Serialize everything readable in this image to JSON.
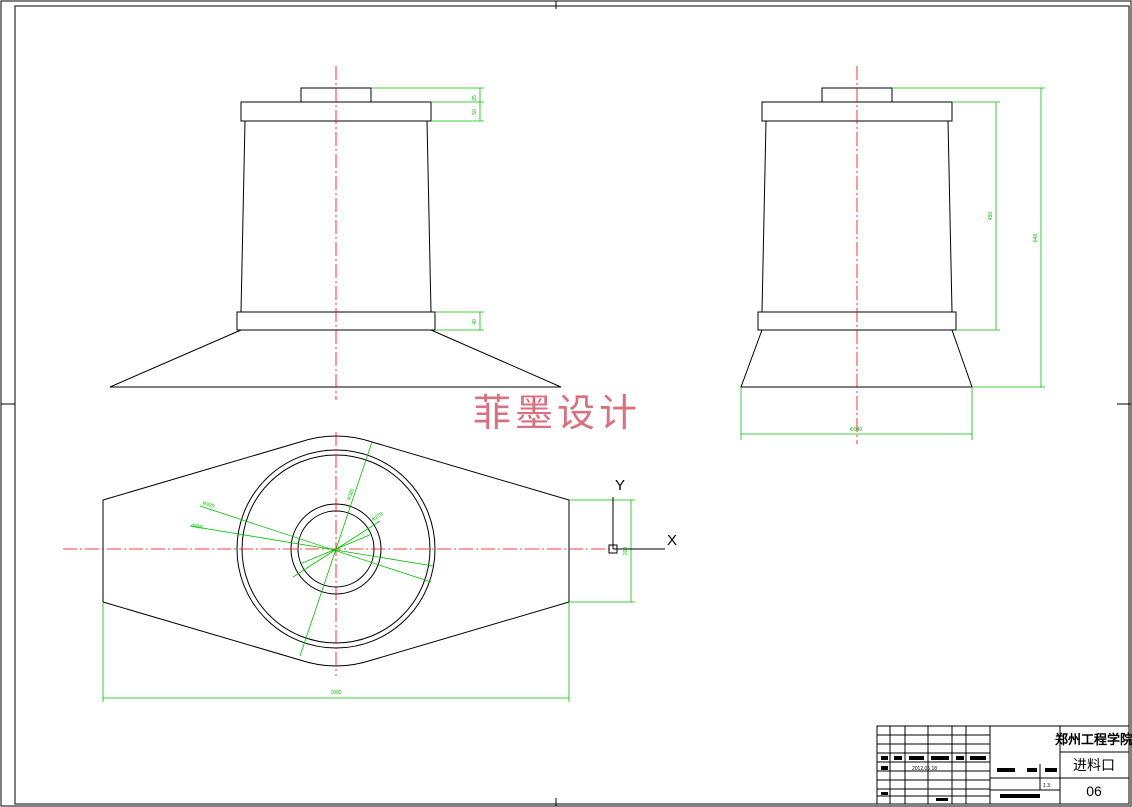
{
  "watermark": "菲墨设计",
  "title_block": {
    "school": "郑州工程学院",
    "part_name": "进料口",
    "drawing_number": "06",
    "scale_fragment": "1 3",
    "date_fragment": "2012.05.18"
  },
  "ucs": {
    "y_label": "Y",
    "x_label": "X"
  },
  "dimensions": {
    "front_top_1": "25",
    "front_top_2": "50",
    "front_flange": "40",
    "side_body": "490",
    "side_total": "648",
    "side_base_width": "Φ940",
    "top_width": "1000",
    "top_height": "200",
    "top_d1": "Φ920",
    "top_d2": "Φ800",
    "top_d3": "Φ380",
    "top_d4": "Φ278"
  },
  "colors": {
    "outline": "#000000",
    "centerline": "#ff0000",
    "dimension": "#00c000",
    "watermark": "#d8707f"
  }
}
